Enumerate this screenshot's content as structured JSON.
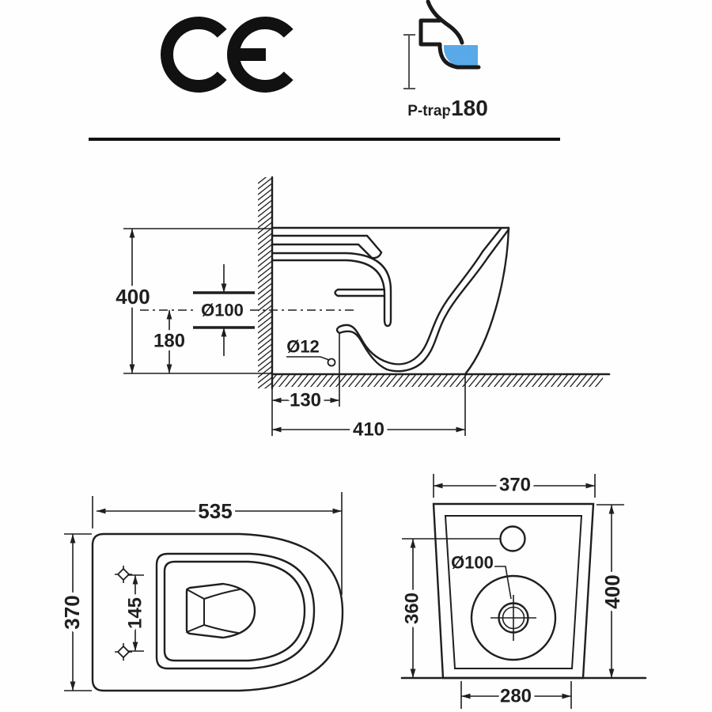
{
  "certification": {
    "mark": "CE"
  },
  "trap_icon": {
    "label": "P-trap",
    "value": "180",
    "water_color": "#58a9e8"
  },
  "side_view": {
    "dims": {
      "height": "400",
      "outlet_center_height": "180",
      "outlet_diameter": "Ø100",
      "fixing_hole_diameter": "Ø12",
      "outlet_offset": "130",
      "depth": "410"
    }
  },
  "top_view": {
    "dims": {
      "width": "535",
      "depth": "370",
      "fixing_hole_spacing": "145"
    }
  },
  "back_view": {
    "dims": {
      "width": "370",
      "height": "400",
      "inlet_height": "360",
      "base_width": "280",
      "outlet_diameter": "Ø100"
    }
  },
  "line_color": "#1f1f1f"
}
